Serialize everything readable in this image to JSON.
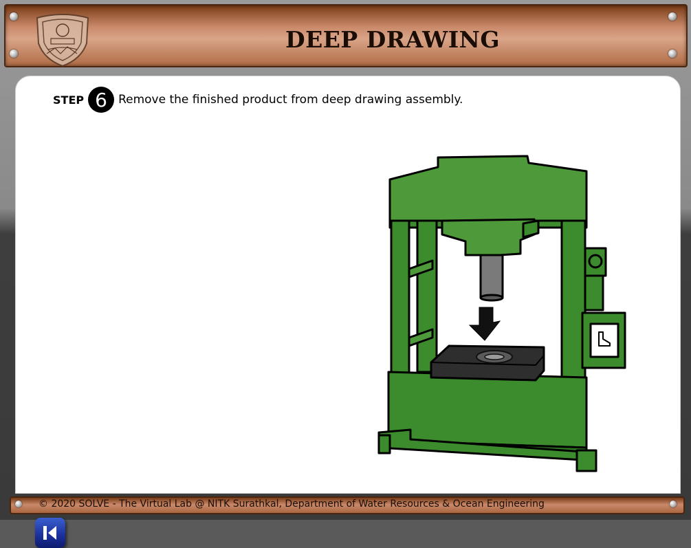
{
  "header": {
    "title": "DEEP DRAWING",
    "logo_icon": "institute-emblem-icon"
  },
  "step": {
    "label": "STEP",
    "number": "6",
    "instruction": "Remove the finished product from deep drawing assembly."
  },
  "illustration": {
    "name": "hydraulic-press",
    "press_color": "#3c8c2e",
    "die_color": "#333333",
    "arrow_icon": "down-arrow-icon"
  },
  "navigation": {
    "back_icon": "previous-icon"
  },
  "footer": {
    "text": "© 2020 SOLVE - The Virtual Lab @ NITK Surathkal, Department of Water Resources & Ocean Engineering"
  },
  "colors": {
    "header_brown": "#b06c45",
    "button_blue": "#1a2f9a",
    "panel": "#ffffff"
  }
}
